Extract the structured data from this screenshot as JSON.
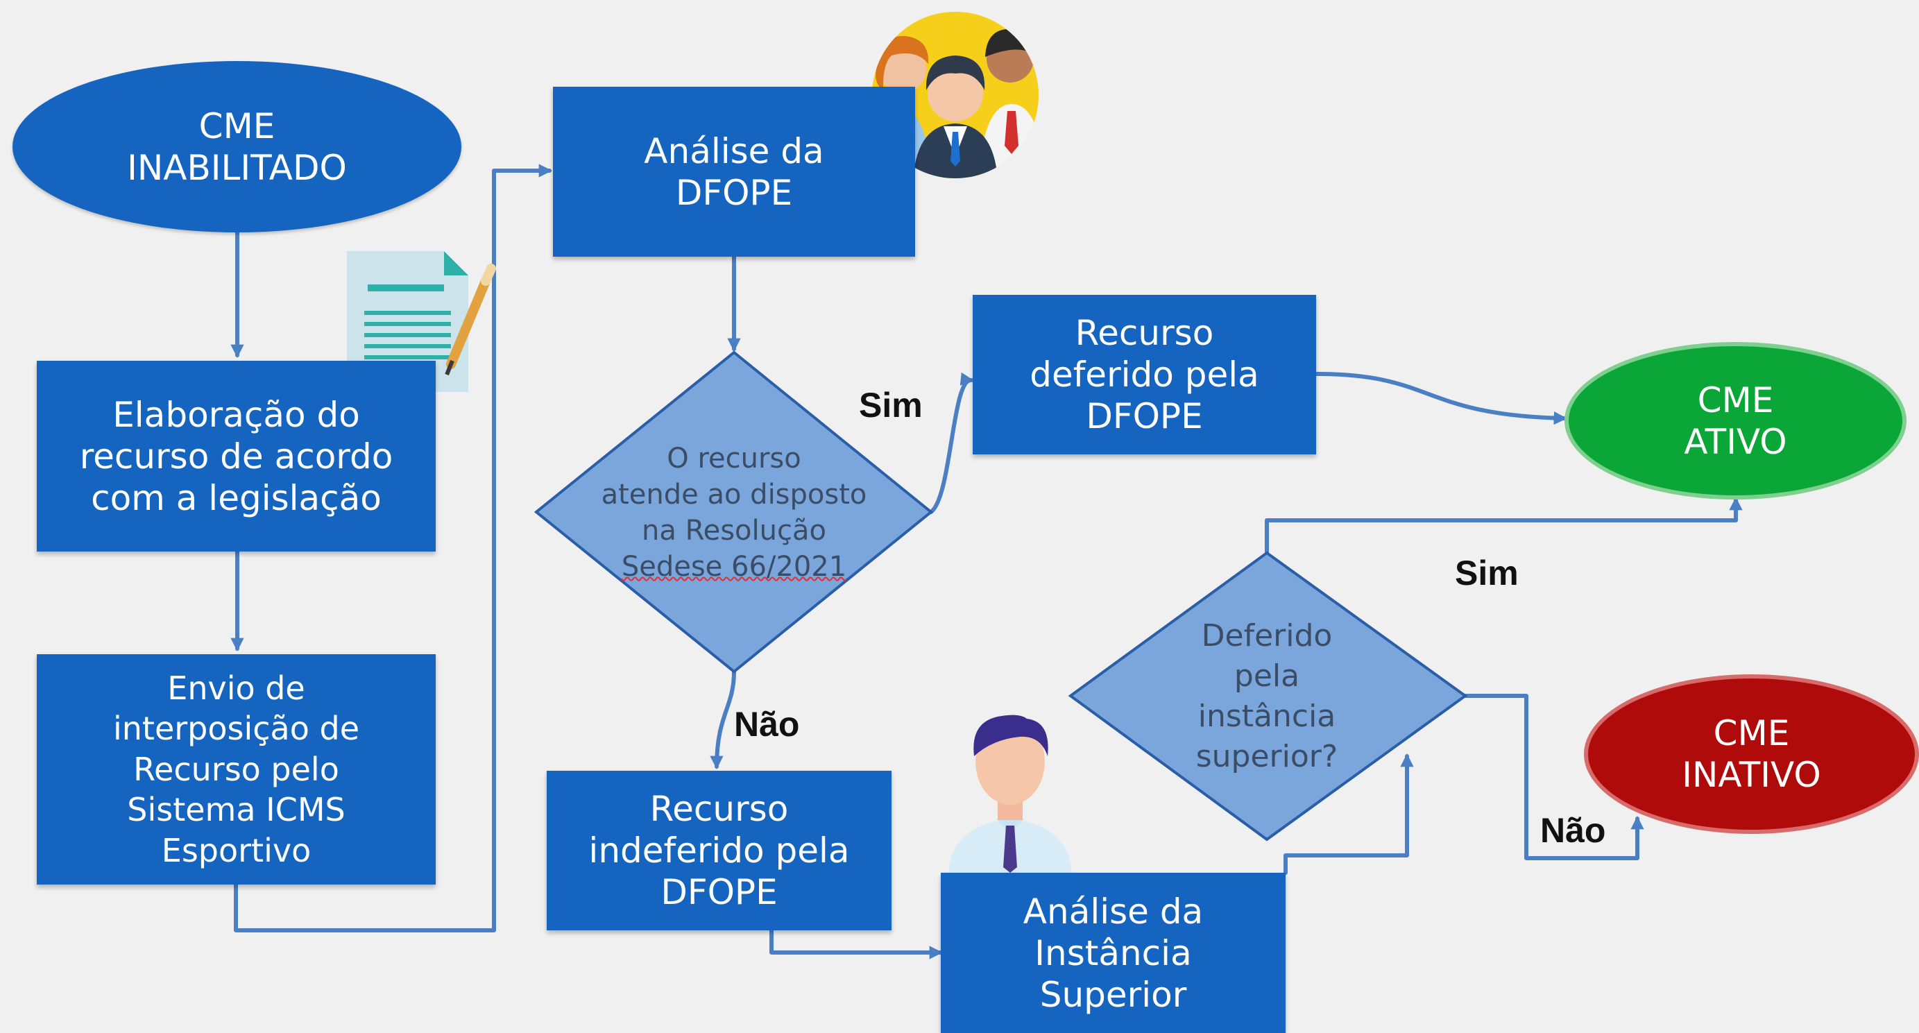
{
  "nodes": {
    "cme_inabilitado": {
      "line1": "CME",
      "line2": "INABILITADO"
    },
    "elaboracao": "Elaboração do\nrecurso de acordo\ncom a legislação",
    "envio": "Envio de\ninterposição de\nRecurso pelo\nSistema ICMS\nEsportivo",
    "analise_dfope": "Análise da\nDFOPE",
    "decisao_resolucao": {
      "line1": "O recurso",
      "line2": "atende ao disposto",
      "line3": "na Resolução",
      "line4": "Sedese 66/2021"
    },
    "recurso_deferido": "Recurso\ndeferido pela\nDFOPE",
    "recurso_indeferido": "Recurso\nindeferido pela\nDFOPE",
    "analise_instancia": "Análise da\nInstância\nSuperior",
    "decisao_instancia": "Deferido\npela\ninstância\nsuperior?",
    "cme_ativo": "CME\nATIVO",
    "cme_inativo": "CME\nINATIVO"
  },
  "edge_labels": {
    "sim_resolucao": "Sim",
    "nao_resolucao": "Não",
    "sim_instancia": "Sim",
    "nao_instancia": "Não"
  },
  "colors": {
    "process_fill": "#1565c0",
    "decision_fill": "#7ba6db",
    "decision_stroke": "#2a5ea8",
    "arrow": "#4a7fc4",
    "ativo_fill": "#0aa638",
    "inativo_fill": "#b00b0b",
    "background": "#f0f0f0"
  },
  "icons": [
    "team-people-icon",
    "document-signature-icon",
    "business-person-icon"
  ]
}
